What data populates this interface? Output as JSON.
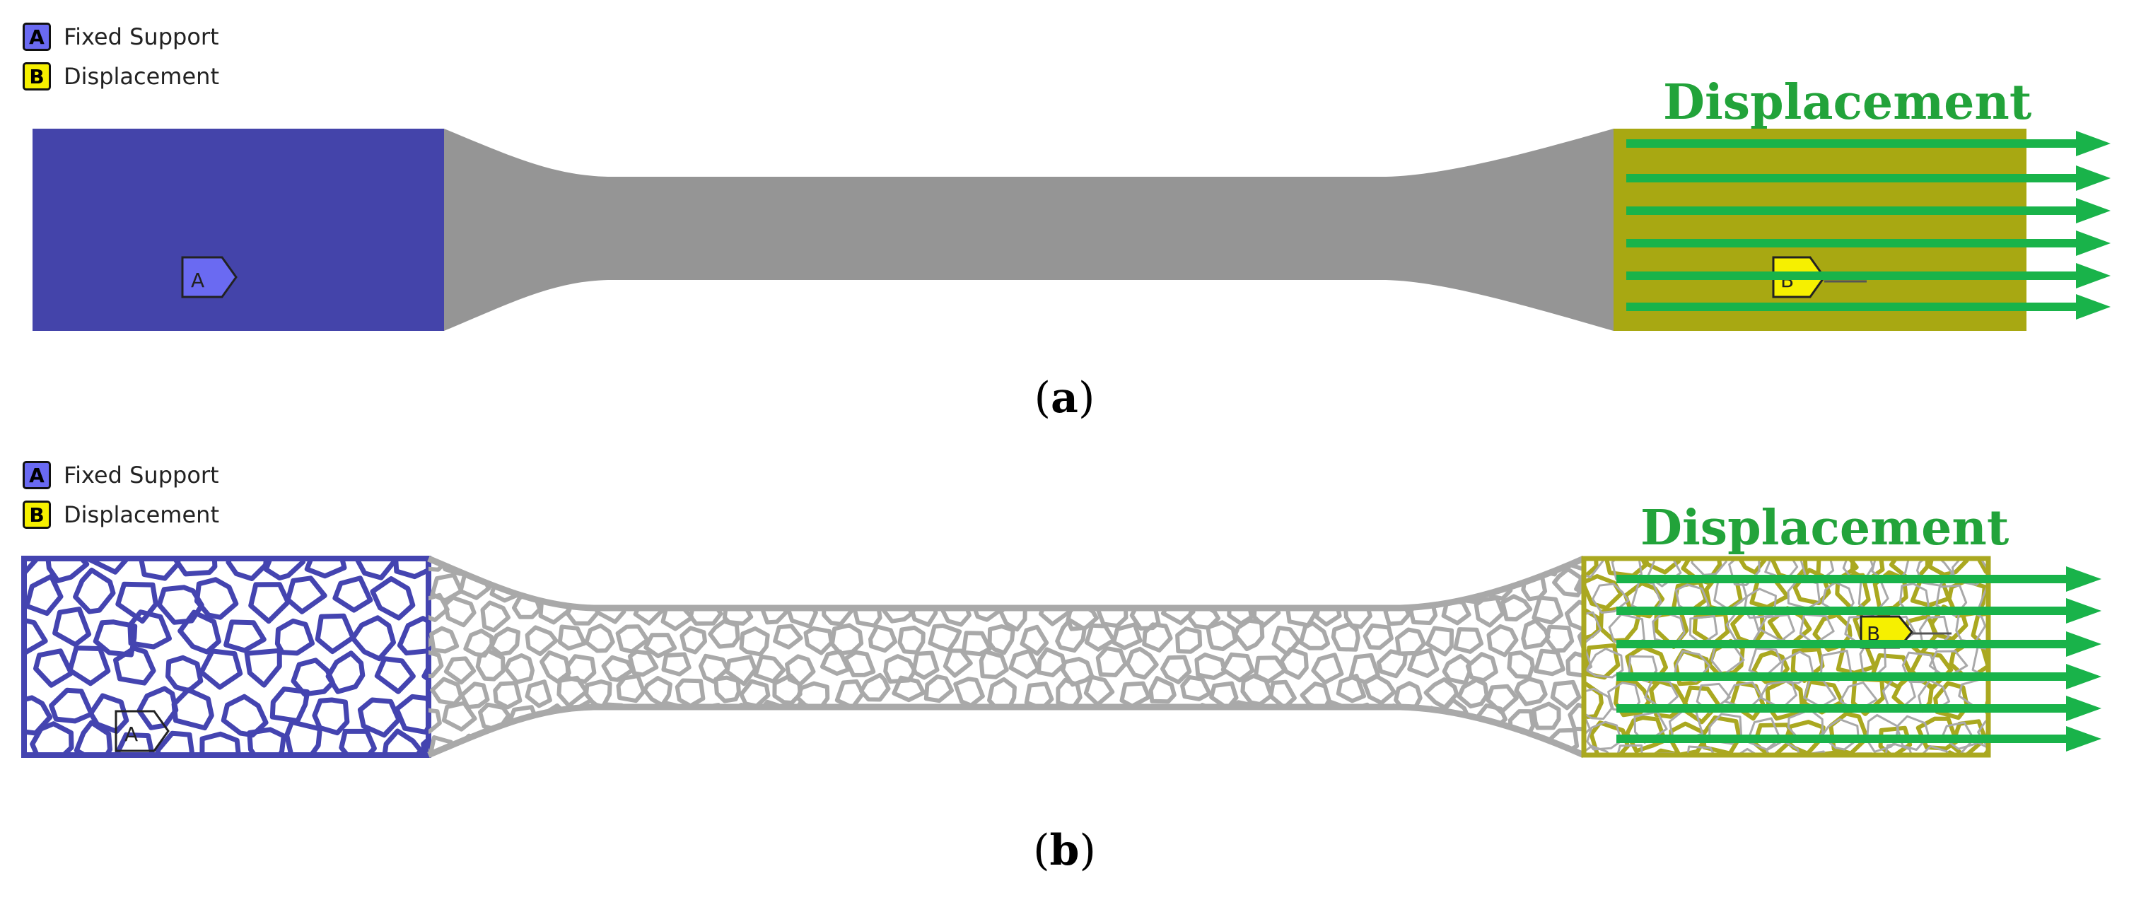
{
  "legend": {
    "items": [
      {
        "key": "A",
        "label": "Fixed Support",
        "color": "#6a6af2"
      },
      {
        "key": "B",
        "label": "Displacement",
        "color": "#f6f000"
      }
    ]
  },
  "panel_a": {
    "caption_open": "(",
    "caption_letter": "a",
    "caption_close": ")",
    "annotation": "Displacement",
    "tag_a": "A",
    "tag_b": "B"
  },
  "panel_b": {
    "caption_open": "(",
    "caption_letter": "b",
    "caption_close": ")",
    "annotation": "Displacement",
    "tag_a": "A",
    "tag_b": "B"
  },
  "colors": {
    "fixed_support": "#4444aa",
    "displacement_region": "#a8a812",
    "body": "#959595",
    "arrow": "#19b34a",
    "lattice_fixed": "#4444b0",
    "lattice_disp": "#aaa820",
    "lattice_body": "#a9a9a9"
  },
  "icons": [
    "fixed-support-tag-icon",
    "displacement-tag-icon",
    "arrow-right-icon"
  ]
}
